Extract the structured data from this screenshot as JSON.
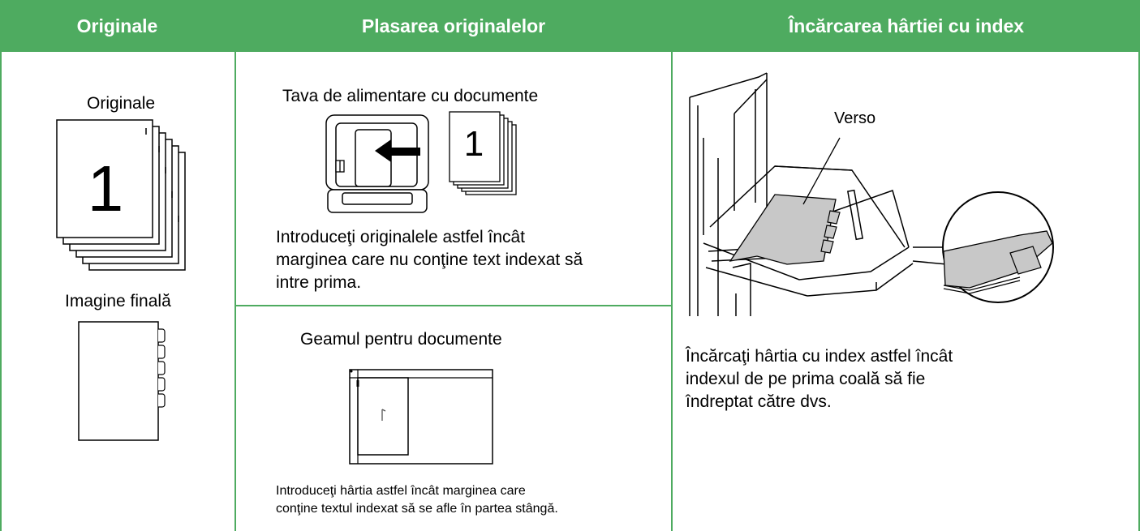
{
  "columns": [
    {
      "header": "Originale"
    },
    {
      "header": "Plasarea originalelor"
    },
    {
      "header": "Încărcarea hârtiei cu index"
    }
  ],
  "originale": {
    "label_originals": "Originale",
    "page_number": "1",
    "label_final": "Imagine finală"
  },
  "plasare": {
    "feeder": {
      "title": "Tava de alimentare cu documente",
      "page_number": "1",
      "instruction_lines": [
        "Introduceţi originalele astfel încât",
        "marginea care nu conţine text indexat să",
        "intre prima."
      ]
    },
    "glass": {
      "title": "Geamul pentru documente",
      "instruction_lines": [
        "Introduceţi hârtia astfel încât marginea care",
        "conţine textul indexat să se afle în partea stângă."
      ]
    }
  },
  "incarcare": {
    "callout": "Verso",
    "instruction_lines": [
      "Încărcaţi hârtia cu index astfel încât",
      "indexul de pe prima coală să fie",
      "îndreptat către dvs."
    ]
  },
  "colors": {
    "accent": "#4eab60",
    "paper_gray": "#c8c8c8"
  }
}
